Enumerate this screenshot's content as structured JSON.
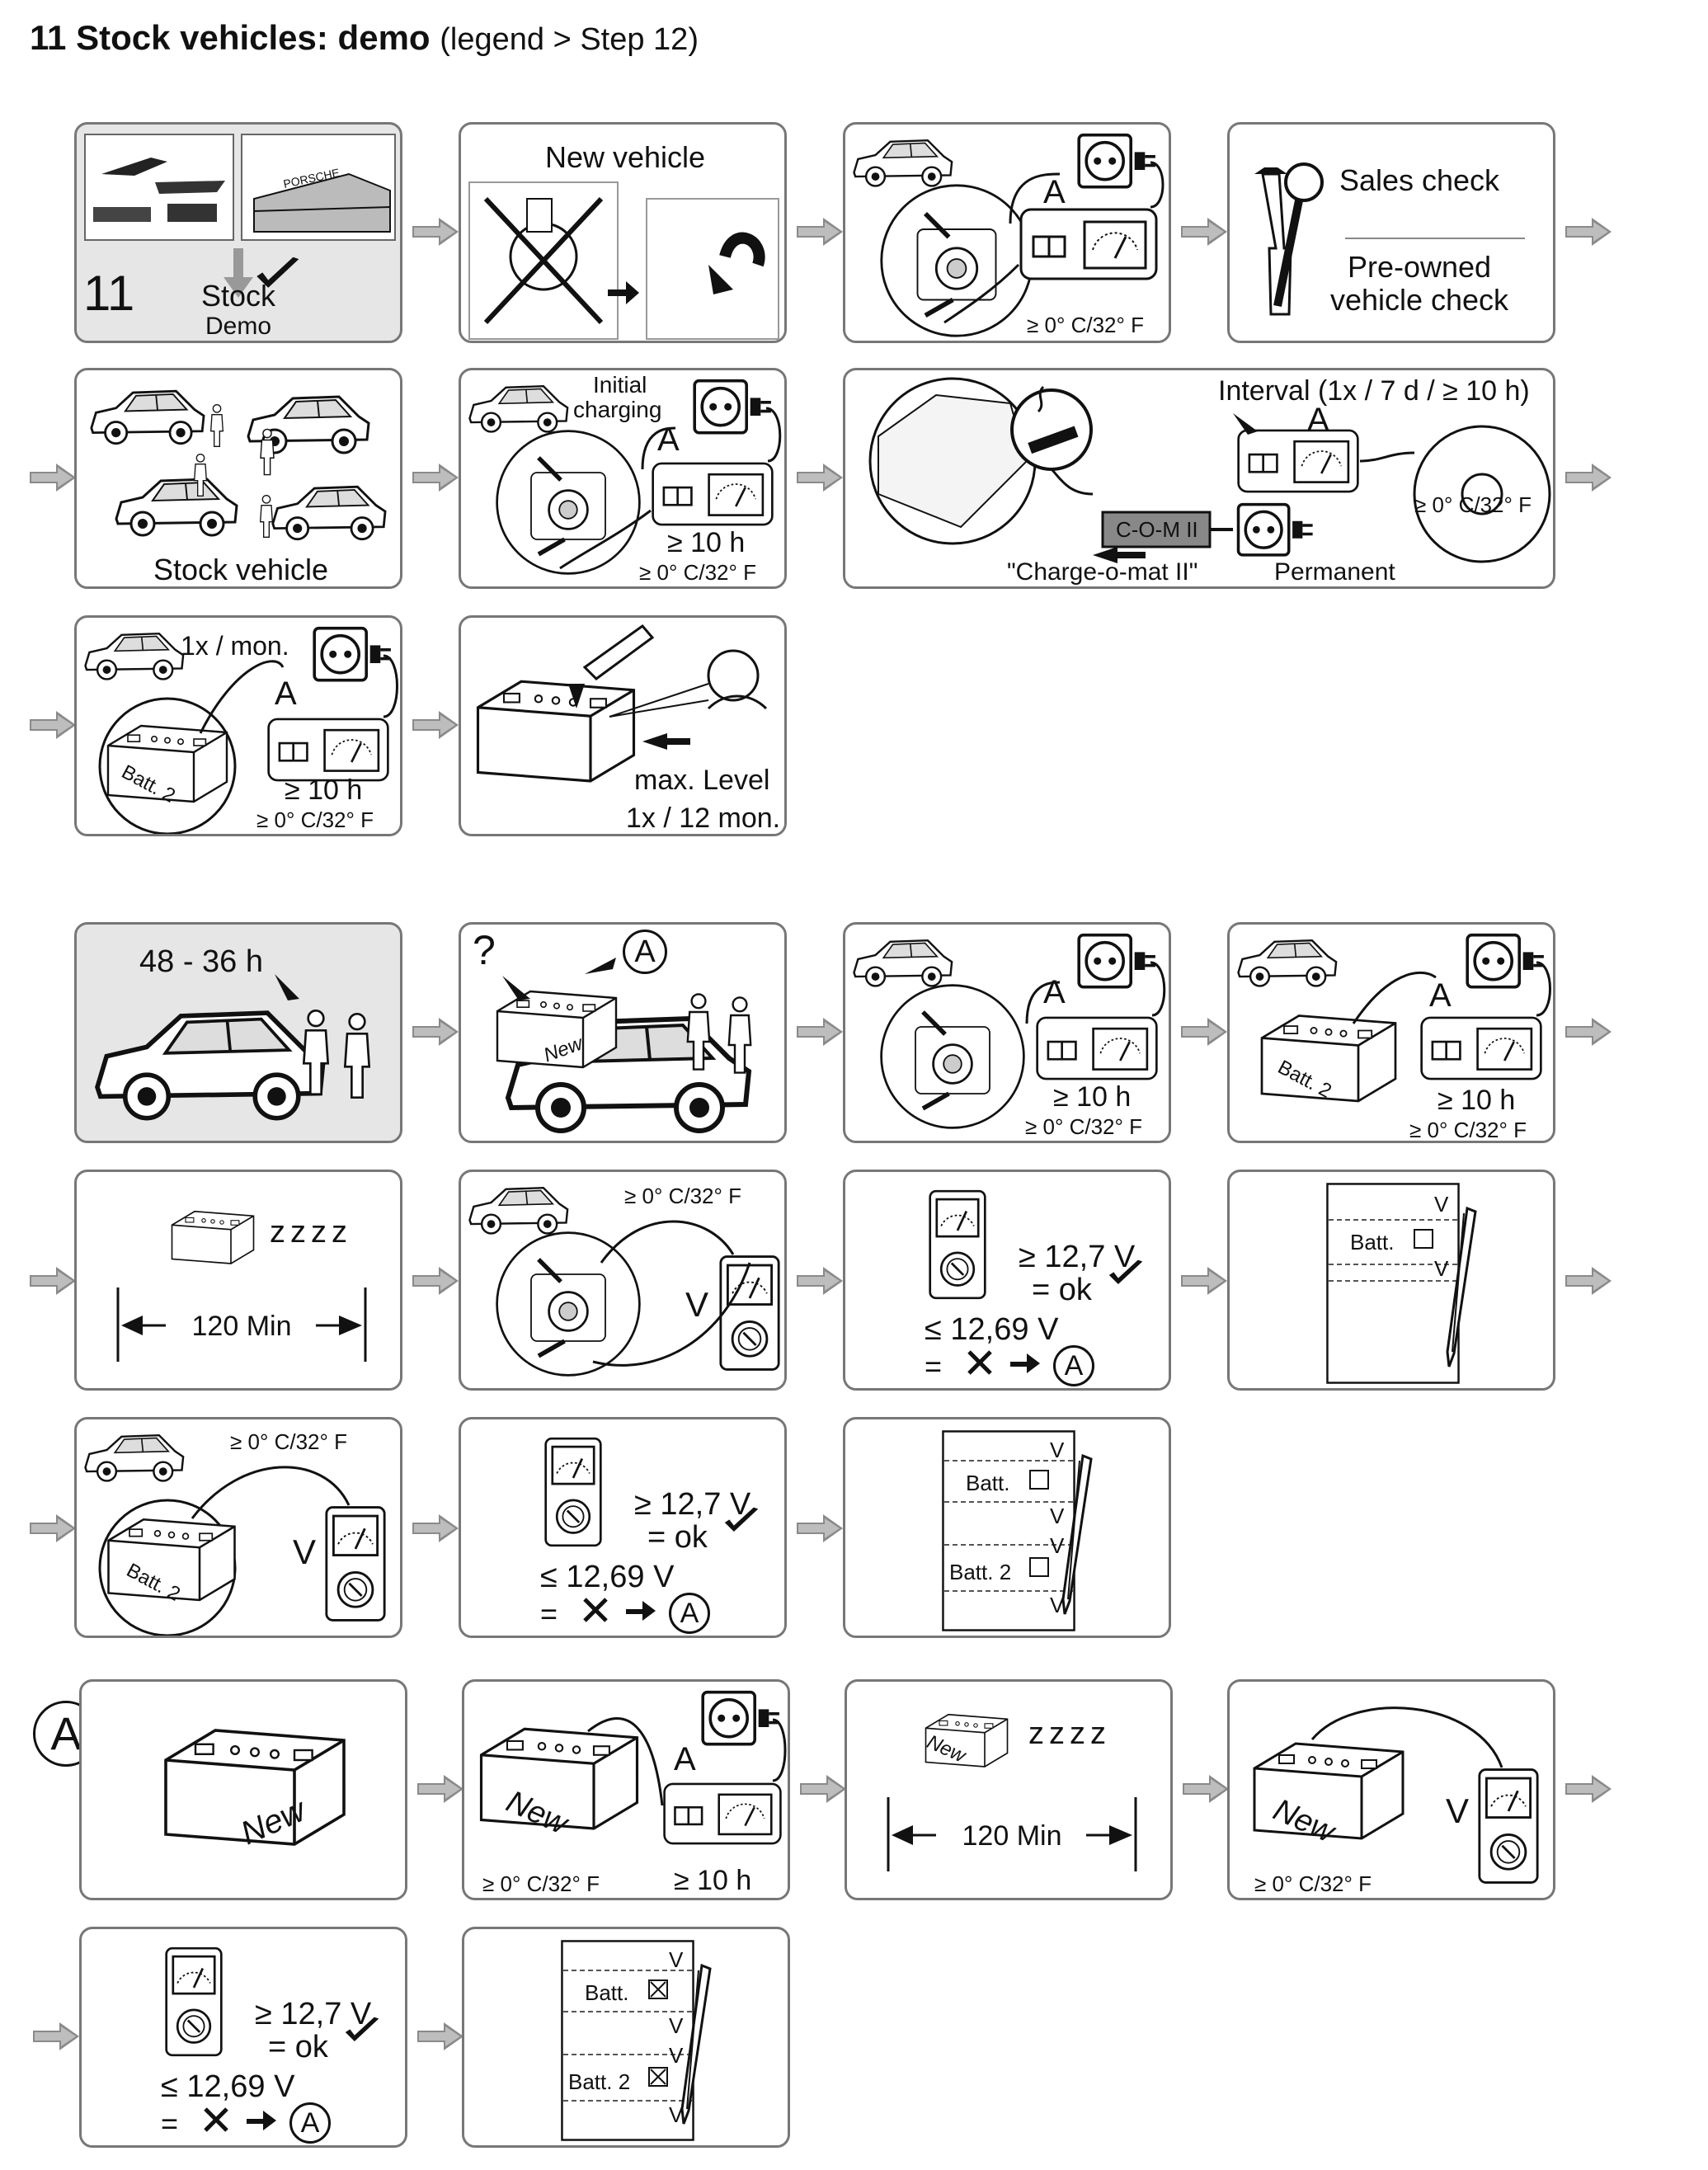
{
  "header": {
    "bold_title": "11 Stock vehicles: demo",
    "subtitle": "(legend > Step 12)"
  },
  "p1": {
    "number": "11",
    "stock": "Stock",
    "demo": "Demo",
    "sign": "PORSCHE"
  },
  "p2": {
    "title": "New vehicle"
  },
  "p3": {
    "a": "A",
    "temp": "≥ 0° C/32° F"
  },
  "p4": {
    "sales": "Sales check",
    "preowned1": "Pre-owned",
    "preowned2": "vehicle check"
  },
  "p5": {
    "label": "Stock vehicle"
  },
  "p6": {
    "initial1": "Initial",
    "initial2": "charging",
    "a": "A",
    "time": "≥ 10 h",
    "temp": "≥ 0° C/32° F"
  },
  "p7": {
    "interval": "Interval (1x / 7 d / ≥ 10 h)",
    "a": "A",
    "com": "C-O-M II",
    "temp": "≥ 0° C/32° F",
    "charge": "\"Charge-o-mat II\"",
    "permanent": "Permanent"
  },
  "p8": {
    "freq": "1x / mon.",
    "a": "A",
    "batt": "Batt. 2",
    "time": "≥ 10 h",
    "temp": "≥ 0° C/32° F"
  },
  "p9": {
    "level": "max. Level",
    "freq": "1x / 12 mon."
  },
  "p10": {
    "time": "48 - 36 h"
  },
  "p11": {
    "q": "?",
    "a": "A",
    "new": "New"
  },
  "p12": {
    "a": "A",
    "time": "≥ 10 h",
    "temp": "≥ 0° C/32° F"
  },
  "p13": {
    "a": "A",
    "batt": "Batt. 2",
    "time": "≥ 10 h",
    "temp": "≥ 0° C/32° F"
  },
  "p14": {
    "zzz": "zzzz",
    "time": "120 Min"
  },
  "p15": {
    "temp": "≥ 0° C/32° F",
    "v": "V"
  },
  "p16": {
    "high": "≥ 12,7 V",
    "ok": "=  ok",
    "low": "≤  12,69 V",
    "eq": "=",
    "a": "A"
  },
  "p17": {
    "v1": "V",
    "batt": "Batt.",
    "v2": "V"
  },
  "p18": {
    "temp": "≥ 0° C/32° F",
    "v": "V",
    "batt": "Batt. 2"
  },
  "p19": {
    "high": "≥ 12,7 V",
    "ok": "=  ok",
    "low": "≤  12,69 V",
    "eq": "=",
    "a": "A"
  },
  "p20": {
    "v1": "V",
    "batt1": "Batt.",
    "v2": "V",
    "v3": "V",
    "batt2": "Batt. 2",
    "v4": "V"
  },
  "sectionA": {
    "letter": "A"
  },
  "p21": {
    "new": "New"
  },
  "p22": {
    "new": "New",
    "a": "A",
    "temp": "≥ 0° C/32° F",
    "time": "≥ 10 h"
  },
  "p23": {
    "new": "New",
    "zzz": "zzzz",
    "time": "120 Min"
  },
  "p24": {
    "new": "New",
    "v": "V",
    "temp": "≥ 0° C/32° F"
  },
  "p25": {
    "high": "≥ 12,7 V",
    "ok": "=  ok",
    "low": "≤  12,69 V",
    "eq": "=",
    "a": "A"
  },
  "p26": {
    "v1": "V",
    "batt1": "Batt.",
    "v2": "V",
    "v3": "V",
    "batt2": "Batt. 2",
    "v4": "V"
  }
}
